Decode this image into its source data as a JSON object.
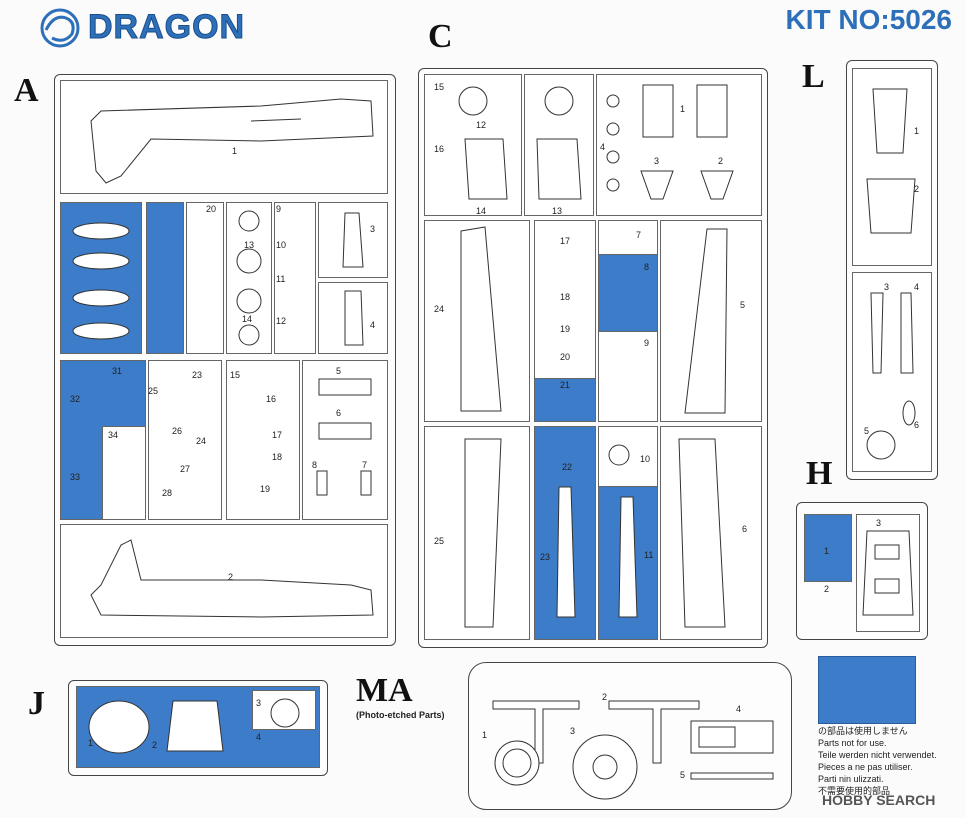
{
  "header": {
    "brand": "DRAGON",
    "kit_no": "KIT NO:5026"
  },
  "sprues": {
    "A": {
      "letter": "A",
      "numbers": [
        "1",
        "2",
        "3",
        "4",
        "5",
        "6",
        "7",
        "8",
        "9",
        "10",
        "11",
        "12",
        "13",
        "14",
        "15",
        "16",
        "17",
        "18",
        "19",
        "20",
        "23",
        "24",
        "25",
        "26",
        "27",
        "28",
        "31",
        "32",
        "33",
        "34"
      ]
    },
    "C": {
      "letter": "C",
      "numbers": [
        "1",
        "2",
        "3",
        "4",
        "5",
        "6",
        "7",
        "8",
        "9",
        "10",
        "11",
        "12",
        "13",
        "14",
        "15",
        "16",
        "17",
        "18",
        "19",
        "20",
        "21",
        "22",
        "23",
        "24",
        "25"
      ]
    },
    "L": {
      "letter": "L",
      "numbers": [
        "1",
        "2",
        "3",
        "4",
        "5",
        "6"
      ]
    },
    "H": {
      "letter": "H",
      "numbers": [
        "1",
        "2",
        "3"
      ]
    },
    "J": {
      "letter": "J",
      "numbers": [
        "1",
        "2",
        "3",
        "4"
      ]
    },
    "MA": {
      "letter": "MA",
      "subtitle": "(Photo-etched Parts)",
      "numbers": [
        "1",
        "2",
        "3",
        "4",
        "5"
      ]
    }
  },
  "legend": {
    "swatch_color": "#3d7cc9",
    "notes": [
      "の部品は使用しません",
      "Parts not for use.",
      "Teile werden nicht verwendet.",
      "Pieces a ne pas utiliser.",
      "Parti nin ulizzati.",
      "不需要使用的部品"
    ]
  },
  "watermark": "HOBBY SEARCH",
  "colors": {
    "brand_blue": "#2d6fb8",
    "unused_parts_blue": "#3d7cc9"
  }
}
